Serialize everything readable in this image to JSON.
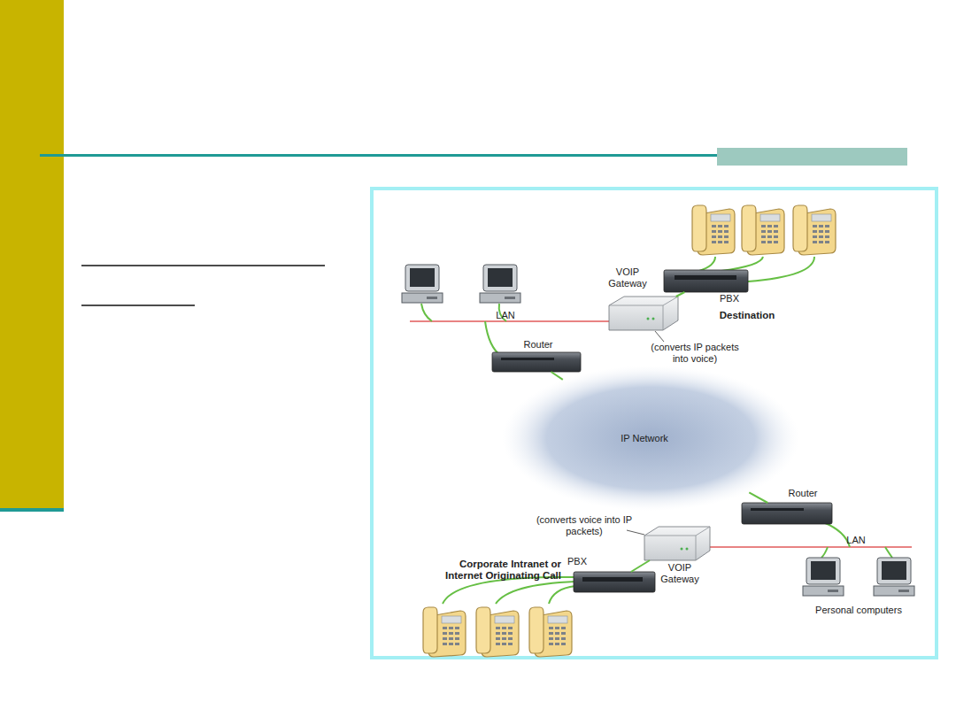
{
  "diagram": {
    "nodes": [
      {
        "text": [
          "PBX"
        ]
      },
      {
        "text": [
          "VOIP Gateway",
          "(converts IP packets into voice)"
        ]
      },
      {
        "text": [
          "Router"
        ]
      },
      {
        "text": [
          "IP Network"
        ]
      },
      {
        "text": [
          "Router"
        ]
      },
      {
        "text": [
          "(converts voice into IP packets)",
          "VOIP Gateway"
        ]
      },
      {
        "text": [
          "PBX"
        ]
      }
    ],
    "edges": [
      {
        "from": 0,
        "to": 1,
        "arrow": "none"
      },
      {
        "from": 2,
        "to": 3,
        "arrow": "none"
      },
      {
        "from": 3,
        "to": 4,
        "arrow": "none"
      },
      {
        "from": 6,
        "to": 5,
        "arrow": "none"
      }
    ],
    "labels": [
      "Destination",
      "LAN",
      "LAN",
      "Corporate Intranet or Internet Originating Call",
      "Personal computers"
    ]
  }
}
